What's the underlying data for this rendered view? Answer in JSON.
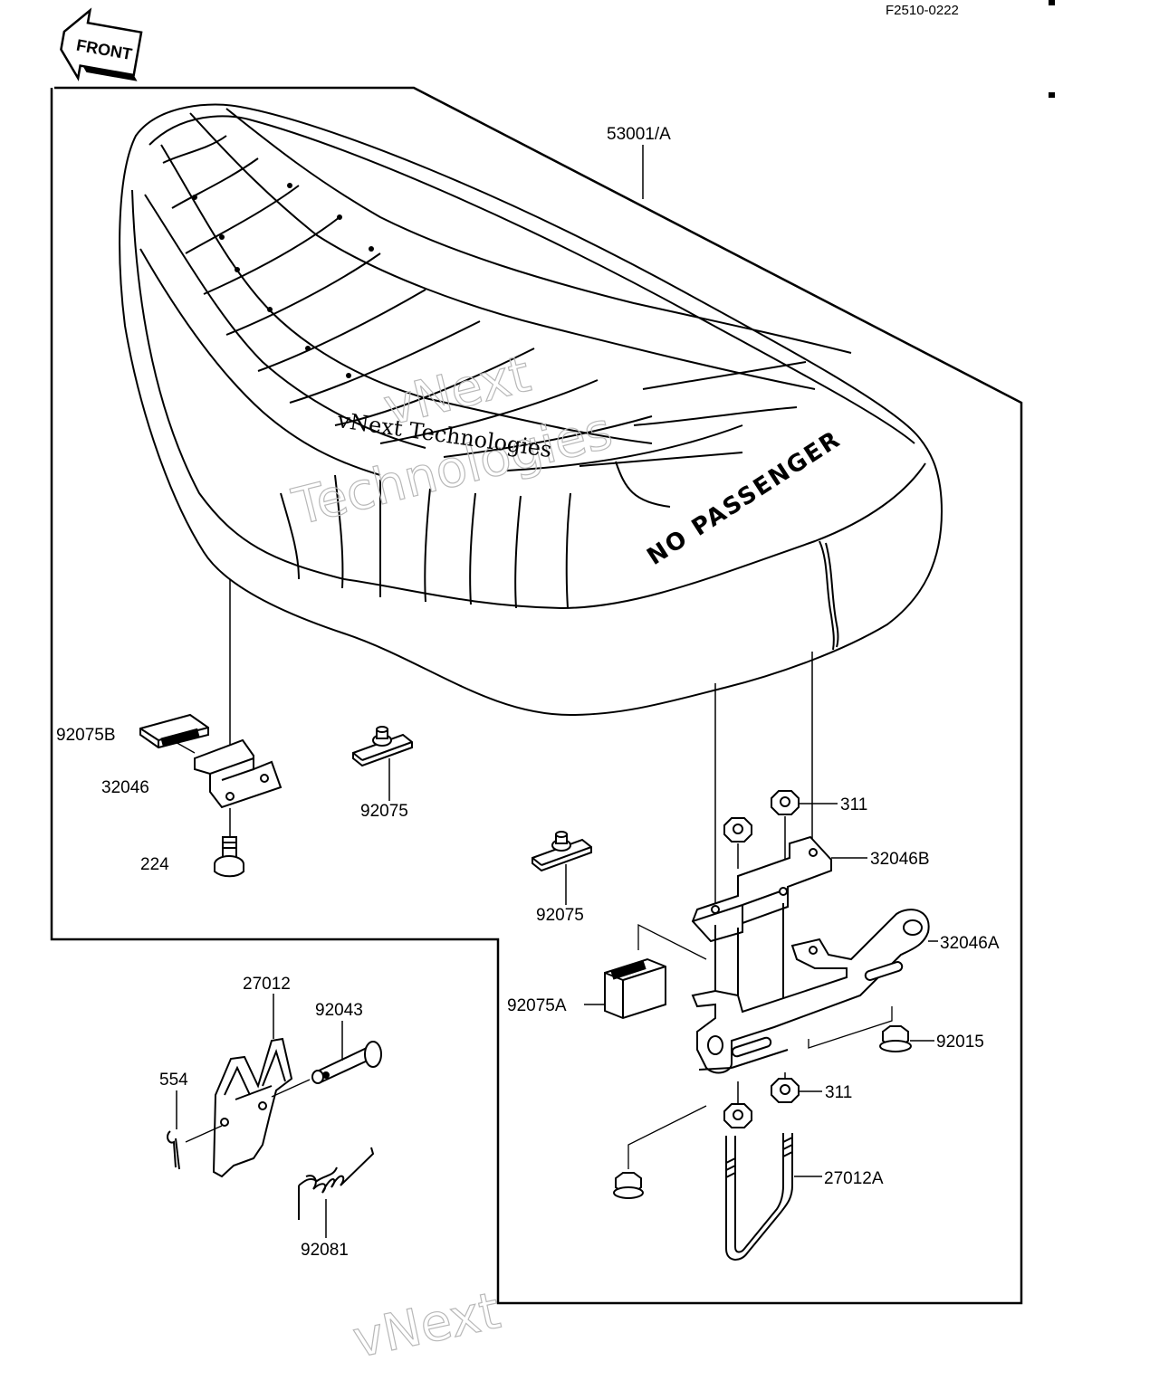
{
  "document": {
    "id": "F2510-0222"
  },
  "badges": {
    "front": "FRONT",
    "seat_text": "NO PASSENGER"
  },
  "watermark": {
    "line1": "vNext",
    "line2": "Technologies",
    "combined": "vNext Technologies"
  },
  "callouts": {
    "c_53001A": "53001/A",
    "c_92075B": "92075B",
    "c_32046": "32046",
    "c_224": "224",
    "c_92075_left": "92075",
    "c_92075_mid": "92075",
    "c_311_top": "311",
    "c_32046B": "32046B",
    "c_32046A": "32046A",
    "c_92075A": "92075A",
    "c_92015": "92015",
    "c_311_bottom": "311",
    "c_27012A": "27012A",
    "c_27012": "27012",
    "c_92043": "92043",
    "c_554": "554",
    "c_92081": "92081"
  },
  "colors": {
    "ink": "#000000",
    "watermark_gray": "#b8b8b8",
    "background": "#ffffff"
  }
}
